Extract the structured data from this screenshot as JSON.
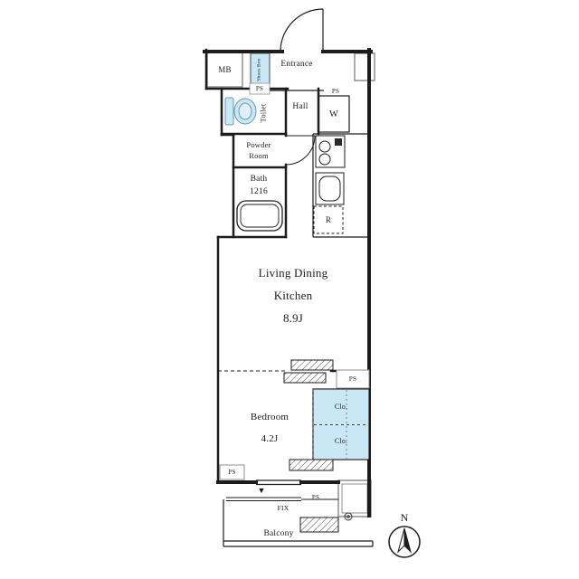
{
  "floorplan": {
    "labels": {
      "mb": "MB",
      "shoes_box": "Shoes Box",
      "entrance": "Entrance",
      "ps": "PS",
      "toilet": "Toilet",
      "hall": "Hall",
      "washer": "W",
      "powder_line1": "Powder",
      "powder_line2": "Room",
      "bath": "Bath",
      "bath_size": "1216",
      "refrigerator": "R",
      "ldk_line1": "Living Dining",
      "ldk_line2": "Kitchen",
      "ldk_size": "8.9J",
      "bedroom": "Bedroom",
      "bedroom_size": "4.2J",
      "closet": "Clo.",
      "fix": "FIX",
      "balcony": "Balcony",
      "north": "N",
      "window_marker": "▼"
    },
    "icons": {
      "toilet_icon": "toilet-fixture-shape",
      "bathtub_icon": "bathtub-rounded-rect",
      "stove_icon": "two-burner-stove",
      "sink_icon": "kitchen-sink-rounded-rect",
      "door_arc_icon": "door-swing-arc",
      "sliding_door_icon": "diagonal-hatch-rect",
      "north_compass_icon": "compass-needle-in-circle",
      "hose_bib_icon": "small-double-circle"
    },
    "colors": {
      "highlight_blue": "#c9e8f6",
      "wall": "#1c1c1c",
      "exterior_gray": "#8f8f8f",
      "background": "#ffffff"
    }
  }
}
